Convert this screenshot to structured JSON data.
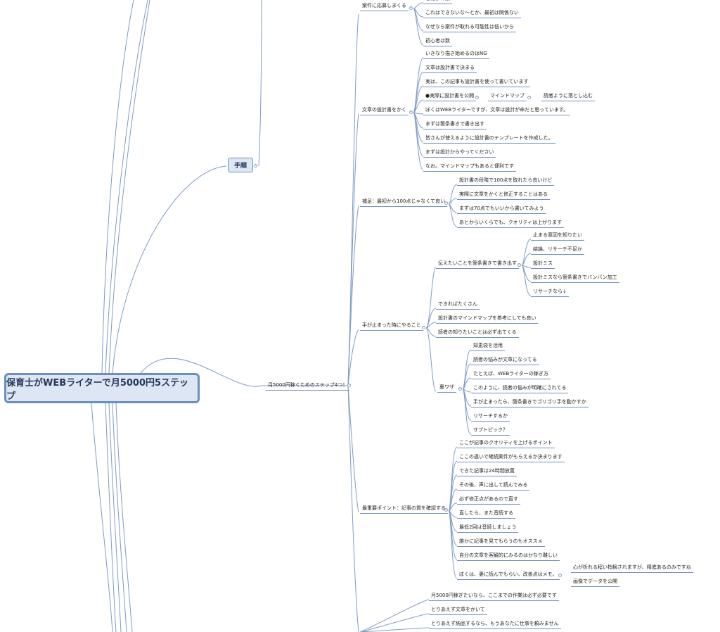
{
  "root": "保育士がWEBライターで月5000円5ステップ",
  "steps_label": "手順",
  "branch_main": "月5000円稼ぐためのステップ4つ！",
  "groups": [
    {
      "label": "案件に応募しまくる",
      "items": [
        "とにかく数",
        "これはできないな〜とか、最初は関係ない",
        "なぜなら案件が取れる可能性は低いから",
        "初心者は数"
      ]
    },
    {
      "label": "文章の設計書をかく",
      "items": [
        "いきなり描き始めるのはNG",
        "文章は設計書で決まる",
        "実は、この記事も設計書を使って書いています",
        "●実際に設計書を公開",
        "ぼくはWEBライターですが、文章は設計が命だと思っています。",
        "まずは箇条書きで書き出す",
        "皆さんが使えるように設計書のテンプレートを作成した。",
        "まずは設計からやってください",
        "なお。マインドマップもあると便利です"
      ],
      "sub": [
        "マインドマップ",
        "読者ように落とし込む"
      ]
    },
    {
      "label": "補足：最初から100点じゃなくて良い",
      "items": [
        "設計書の段階で100点を取れたら良いけど",
        "実際に文章をかくと修正することはある",
        "まずは70点でもいいから書いてみよう",
        "あとからいくらでも、クオリティは上がります"
      ]
    },
    {
      "label": "手が止まった時にやること",
      "a_label": "伝えたいことを箇条書きで書き出す",
      "a_items": [
        "止まる原因を知りたい",
        "結論、リサーチ不足か",
        "設計ミス",
        "設計ミスなら箇条書きでバンバン加工",
        "リサーチなら↓"
      ],
      "items": [
        "できればたくさん",
        "設計書のマインドマップを参考にしても良い",
        "読者の知りたいことは必ず出てくる"
      ],
      "b_label": "裏ワザ",
      "b_items": [
        "知恵袋を活用",
        "読者の悩みが文章になってる",
        "たとえば、WEBライターの稼ぎ方",
        "このように、読者の悩みが明確にされてる",
        "手が止まったら、箇条書きでゴリゴリ手を動かすか",
        "リサーチするか",
        "サブトピック？"
      ]
    },
    {
      "label": "最重要ポイント：記事の質を確認する",
      "items": [
        "ここが記事のクオリティを上げるポイント",
        "ここの違いで継続案件がもらえるか決まります",
        "できた記事は24時間放置",
        "その後、声に出して読んでみる",
        "必ず修正点があるので直す",
        "直したら、また音読する",
        "最低2回は音読しましょう",
        "誰かに記事を見てもらうのもオススメ",
        "自分の文章を客観的にみるのはかなり難しい",
        "ぼくは、妻に読んでもらい、改善点はメモ。"
      ],
      "sub": [
        "心が折れる程い指摘されますが、精進あるのみですね",
        "画像でデータを公開"
      ]
    },
    {
      "label": "",
      "items": [
        "月5000円稼ぎたいなら、ここまでの作業は必ず必要です",
        "とりあえず文章をかいて",
        "とりあえず納品するなら、もうあなたに仕事を頼みません"
      ]
    }
  ]
}
